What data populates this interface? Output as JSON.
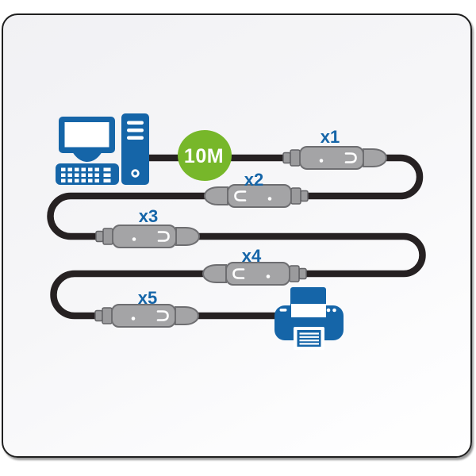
{
  "badge": {
    "label": "10M"
  },
  "repeaters": [
    {
      "label": "x1"
    },
    {
      "label": "x2"
    },
    {
      "label": "x3"
    },
    {
      "label": "x4"
    },
    {
      "label": "x5"
    }
  ],
  "icons": {
    "source": "desktop-computer-icon",
    "destination": "printer-icon"
  },
  "colors": {
    "device_blue": "#1565a8",
    "label_blue": "#1565a8",
    "badge_green": "#77b72a",
    "badge_text": "#ffffff",
    "cable_dark": "#262122",
    "connector_gray_fill": "#a4a4a6",
    "connector_gray_stroke": "#6e6e71",
    "card_border": "#1f1f1f",
    "card_background": "#f4f4f6"
  }
}
